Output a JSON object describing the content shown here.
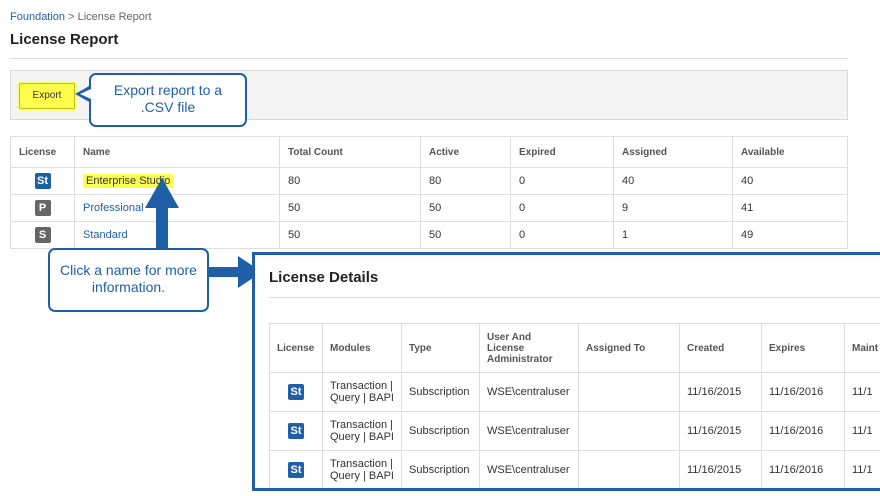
{
  "breadcrumb": {
    "root": "Foundation",
    "sep": ">",
    "current": "License Report"
  },
  "page_title": "License Report",
  "toolbar": {
    "export_label": "Export"
  },
  "callouts": {
    "export": "Export report to a .CSV file",
    "name": "Click a name for more information."
  },
  "license_table": {
    "headers": [
      "License",
      "Name",
      "Total Count",
      "Active",
      "Expired",
      "Assigned",
      "Available"
    ],
    "rows": [
      {
        "icon": "St",
        "name": "Enterprise Studio",
        "total": "80",
        "active": "80",
        "expired": "0",
        "assigned": "40",
        "available": "40"
      },
      {
        "icon": "P",
        "name": "Professional",
        "total": "50",
        "active": "50",
        "expired": "0",
        "assigned": "9",
        "available": "41"
      },
      {
        "icon": "S",
        "name": "Standard",
        "total": "50",
        "active": "50",
        "expired": "0",
        "assigned": "1",
        "available": "49"
      }
    ]
  },
  "details": {
    "title": "License Details",
    "headers": [
      "License",
      "Modules",
      "Type",
      "User And License Administrator",
      "Assigned To",
      "Created",
      "Expires",
      "Maint"
    ],
    "rows": [
      {
        "icon": "St",
        "modules": "Transaction | Query | BAPI",
        "type": "Subscription",
        "admin": "WSE\\centraluser",
        "assigned_to": "",
        "created": "11/16/2015",
        "expires": "11/16/2016",
        "maint": "11/1"
      },
      {
        "icon": "St",
        "modules": "Transaction | Query | BAPI",
        "type": "Subscription",
        "admin": "WSE\\centraluser",
        "assigned_to": "",
        "created": "11/16/2015",
        "expires": "11/16/2016",
        "maint": "11/1"
      },
      {
        "icon": "St",
        "modules": "Transaction | Query | BAPI",
        "type": "Subscription",
        "admin": "WSE\\centraluser",
        "assigned_to": "",
        "created": "11/16/2015",
        "expires": "11/16/2016",
        "maint": "11/1"
      }
    ]
  },
  "colors": {
    "accent": "#1f5fa8",
    "highlight": "#fbff4f"
  }
}
